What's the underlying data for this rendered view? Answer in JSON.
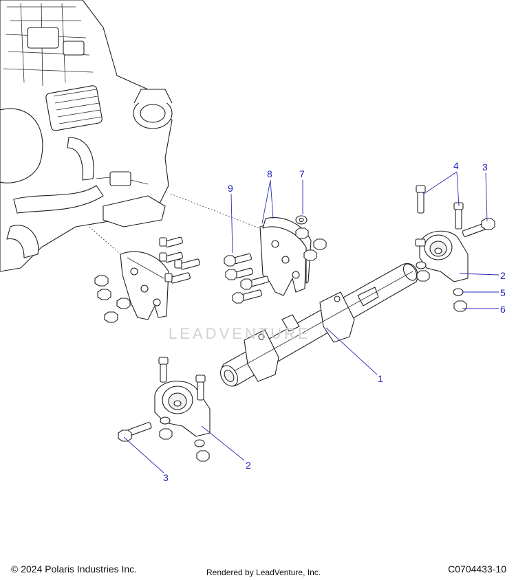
{
  "watermark": "LEADVENTURE",
  "callouts": {
    "c1": "1",
    "c2a": "2",
    "c2b": "2",
    "c3a": "3",
    "c3b": "3",
    "c4": "4",
    "c5": "5",
    "c6": "6",
    "c7": "7",
    "c8": "8",
    "c9": "9"
  },
  "footer": {
    "copyright": "© 2024 Polaris Industries Inc.",
    "rendered_by": "Rendered by LeadVenture, Inc.",
    "diagram_id": "C0704433-10"
  },
  "colors": {
    "callout": "#2222bb",
    "line": "#1e1e1e",
    "watermark": "#d2d2d2"
  }
}
